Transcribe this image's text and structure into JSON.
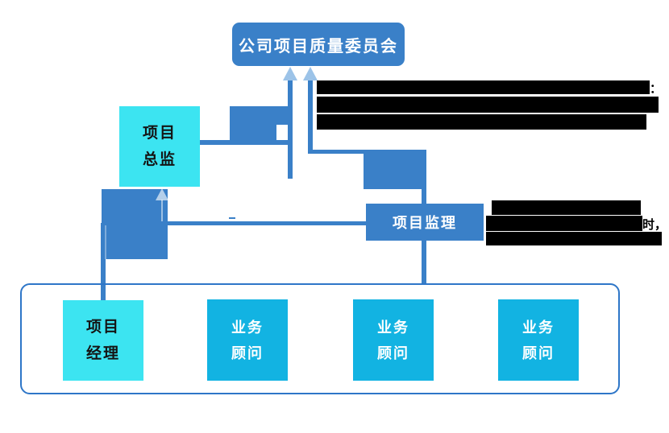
{
  "diagram": {
    "committee": {
      "label": "公司项目质量委员会"
    },
    "director": {
      "line1": "项目",
      "line2": "总监"
    },
    "supervisor": {
      "label": "项目监理"
    },
    "manager": {
      "line1": "项目",
      "line2": "经理"
    },
    "consultants": [
      {
        "line1": "业务",
        "line2": "顾问"
      },
      {
        "line1": "业务",
        "line2": "顾问"
      },
      {
        "line1": "业务",
        "line2": "顾问"
      }
    ],
    "redacted_note_top": {
      "lines": 3,
      "visible_fragment": "："
    },
    "redacted_note_right": {
      "lines": 3,
      "visible_fragment": "时，"
    }
  },
  "colors": {
    "node_blue": "#3a80c8",
    "node_cyan": "#3ce4f1",
    "node_sky_blue": "#12b3e2",
    "container_border": "#2e76c8",
    "arrowhead_light_blue": "#9cc3e8",
    "redacted_black": "#000000",
    "text_white": "#ffffff",
    "text_dark": "#141414"
  }
}
